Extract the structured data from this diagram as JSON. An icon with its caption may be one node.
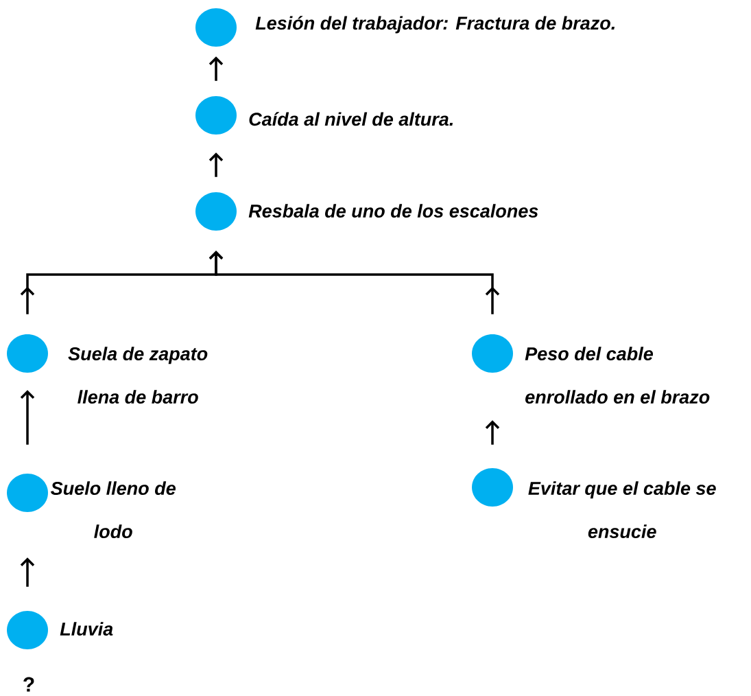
{
  "diagram": {
    "nodes": [
      {
        "text": [],
        "shape": "circle",
        "beside": [
          "Lesión del trabajador: Fractura de brazo."
        ]
      },
      {
        "text": [],
        "shape": "circle",
        "beside": [
          "Caída al nivel de altura."
        ]
      },
      {
        "text": [],
        "shape": "circle",
        "beside": [
          "Resbala de uno de los escalones"
        ]
      },
      {
        "text": [],
        "shape": "circle",
        "beside": [
          "Suela de zapato llena de barro"
        ]
      },
      {
        "text": [],
        "shape": "circle",
        "beside": [
          "Peso del cable enrollado en el brazo"
        ]
      },
      {
        "text": [],
        "shape": "circle",
        "beside": [
          "Suelo lleno de lodo"
        ]
      },
      {
        "text": [],
        "shape": "circle",
        "beside": [
          "Evitar que el cable se ensucie"
        ]
      },
      {
        "text": [],
        "shape": "circle",
        "beside": [
          "Lluvia"
        ]
      }
    ],
    "edges": [
      {
        "from": 2,
        "to": 1,
        "arrow": "to"
      },
      {
        "from": 1,
        "to": 0,
        "arrow": "to"
      },
      {
        "from": 3,
        "to": 2,
        "arrow": "to"
      },
      {
        "from": 4,
        "to": 2,
        "arrow": "to"
      },
      {
        "from": 6,
        "to": 4,
        "arrow": "to"
      },
      {
        "from": 5,
        "to": 3,
        "arrow": "to"
      },
      {
        "from": 7,
        "to": 5,
        "arrow": "to"
      }
    ],
    "labels": [
      "?"
    ]
  }
}
